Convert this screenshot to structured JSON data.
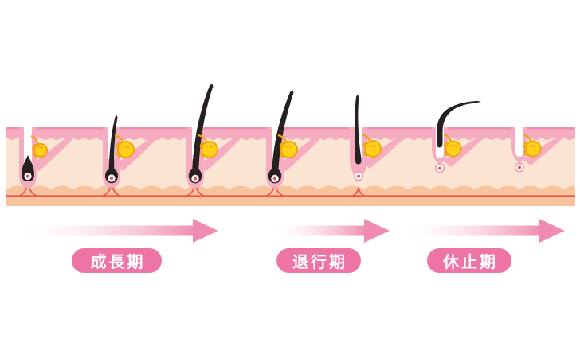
{
  "phases": [
    {
      "id": "anagen",
      "label": "成長期"
    },
    {
      "id": "catagen",
      "label": "退行期"
    },
    {
      "id": "telogen",
      "label": "休止期"
    }
  ],
  "colors": {
    "background": "#ffffff",
    "epidermis": "#f5abc0",
    "epidermis_edge": "#ee8fb0",
    "dermis": "#fbe5d2",
    "subcutis": "#f6c39c",
    "vessel": "#e8554c",
    "canal": "#ffffff",
    "hair": "#262020",
    "gland_fill": "#ffd01e",
    "gland_stroke": "#f2a30c",
    "papilla_ring": "#f09ab5",
    "papilla_dot": "#e8544e",
    "arrow": "#f08cb3",
    "label_bg": "#ee74a6",
    "label_text": "#ffffff"
  }
}
